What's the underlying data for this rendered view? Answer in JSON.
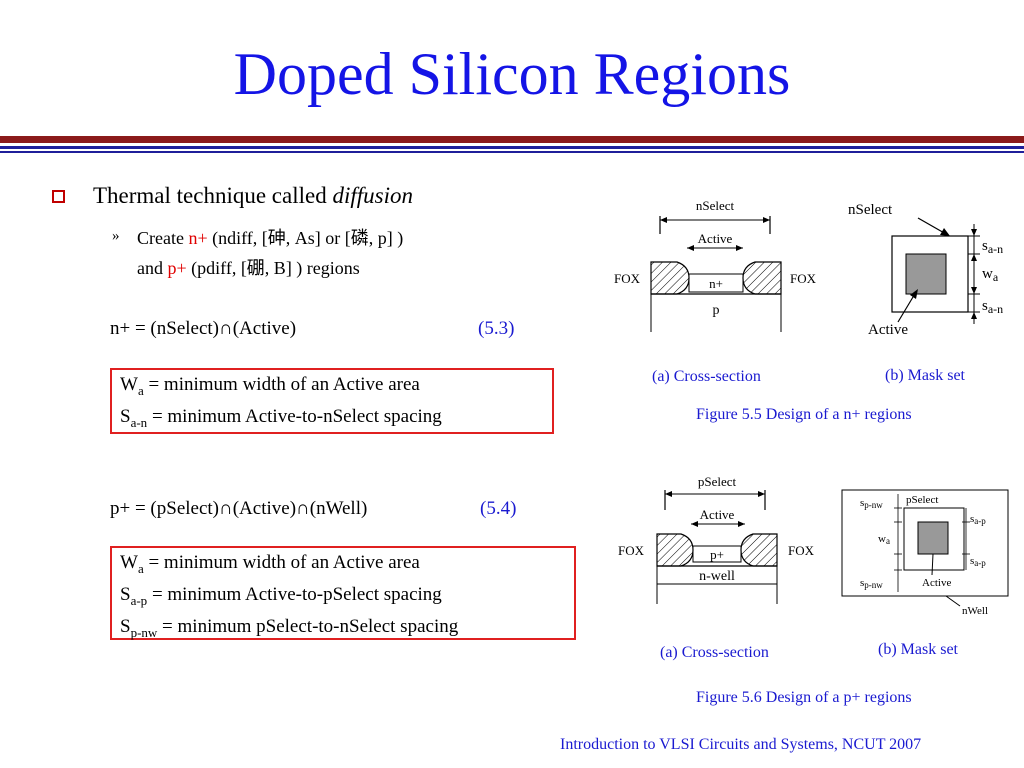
{
  "title": "Doped Silicon Regions",
  "bullet": {
    "text": "Thermal technique called ",
    "emph": "diffusion",
    "sub_marker": "»",
    "sub_line1_pre": "Create ",
    "sub_line1_nplus": "n+",
    "sub_line1_post": " (ndiff, [砷, As] or [磷, p] )",
    "sub_line2_pre": "and ",
    "sub_line2_pplus": "p+",
    "sub_line2_post": " (pdiff, [硼, B] ) regions"
  },
  "eq1": {
    "text": "n+ = (nSelect)∩(Active)",
    "number": "(5.3)"
  },
  "box1": {
    "line1_main": "W",
    "line1_sub": "a",
    "line1_rest": " = minimum width of an Active area",
    "line2_main": "S",
    "line2_sub": "a-n",
    "line2_rest": " = minimum Active-to-nSelect spacing"
  },
  "eq2": {
    "text": "p+ = (pSelect)∩(Active)∩(nWell)",
    "number": "(5.4)"
  },
  "box2": {
    "line1_main": "W",
    "line1_sub": "a",
    "line1_rest": " = minimum width of an Active area",
    "line2_main": "S",
    "line2_sub": "a-p",
    "line2_rest": " = minimum Active-to-pSelect spacing",
    "line3_main": "S",
    "line3_sub": "p-nw",
    "line3_rest": " = minimum pSelect-to-nSelect spacing"
  },
  "fig1": {
    "cross": {
      "select": "nSelect",
      "active": "Active",
      "fox_left": "FOX",
      "fox_right": "FOX",
      "diff": "n+",
      "substrate": "p"
    },
    "mask": {
      "select": "nSelect",
      "active": "Active",
      "s_top": "a-n",
      "s_bottom": "a-n",
      "w": "a",
      "s_letter": "s",
      "w_letter": "w"
    },
    "cap_a": "(a) Cross-section",
    "cap_b": "(b) Mask set",
    "caption": "Figure 5.5 Design of a n+ regions"
  },
  "fig2": {
    "cross": {
      "select": "pSelect",
      "active": "Active",
      "fox_left": "FOX",
      "fox_right": "FOX",
      "diff": "p+",
      "well": "n-well"
    },
    "mask": {
      "select": "pSelect",
      "active": "Active",
      "well": "nWell",
      "s_pnw": "p-nw",
      "s_ap": "a-p",
      "w": "a",
      "s_letter": "s",
      "w_letter": "w"
    },
    "cap_a": "(a) Cross-section",
    "cap_b": "(b) Mask set",
    "caption": "Figure 5.6 Design of a p+ regions"
  },
  "footer": "Introduction to VLSI Circuits and Systems, NCUT  2007"
}
